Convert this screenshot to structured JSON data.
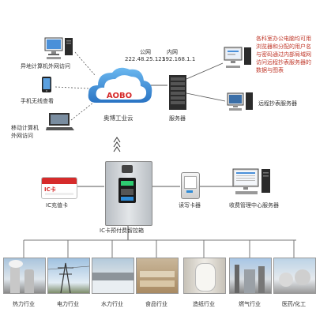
{
  "cloud": {
    "logo": "AOBO",
    "name": "奥博工业云"
  },
  "network": {
    "public_label": "公网",
    "public_ip": "222.48.25.123",
    "private_label": "内网",
    "private_ip": "192.168.1.1"
  },
  "left_clients": {
    "remote_pc": "异地计算机外网访问",
    "phone": "手机无线查看",
    "laptop_line1": "移动计算机",
    "laptop_line2": "外网访问"
  },
  "right_side": {
    "description": "各科室办公电脑均可用浏览器和分配的用户名与密码通过内部局域网访问远程抄表服务器的数据与图表",
    "meter_server": "远程抄表服务器",
    "server": "服务器"
  },
  "devices": {
    "ic_card": "IC充值卡",
    "ic_card_face": "IC卡",
    "control_box": "IC卡预付费智控箱",
    "card_reader": "读写卡器",
    "billing_server": "收费管理中心服务器"
  },
  "industries": [
    "热力行业",
    "电力行业",
    "水力行业",
    "食品行业",
    "造纸行业",
    "燃气行业",
    "医药/化工"
  ],
  "colors": {
    "cloud_blue": "#3a8fd6",
    "logo_red": "#d62b2b",
    "line_gray": "#666666"
  }
}
